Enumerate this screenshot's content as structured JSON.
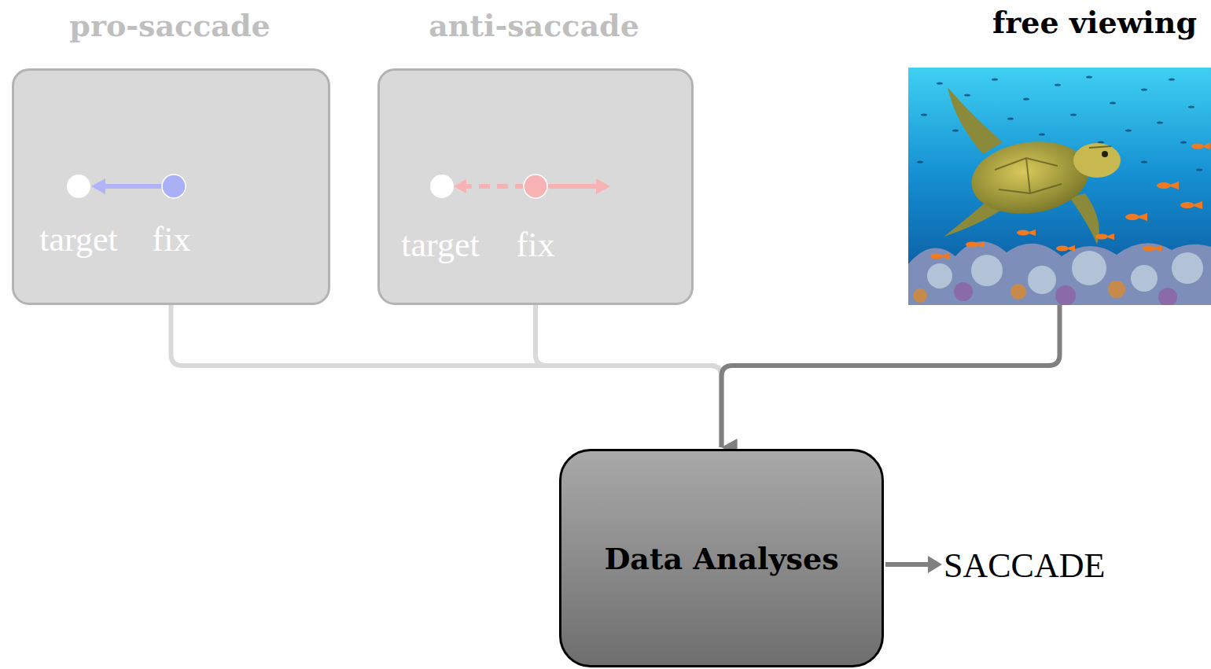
{
  "diagram": {
    "nodes": [
      {
        "text": [
          "pro-saccade",
          "target",
          "fix"
        ]
      },
      {
        "text": [
          "anti-saccade",
          "target",
          "fix"
        ]
      },
      {
        "text": [
          "free viewing"
        ]
      },
      {
        "text": [
          "Data Analyses"
        ]
      }
    ],
    "edges": [
      {
        "from": 0,
        "to": 3,
        "arrow": "to"
      },
      {
        "from": 1,
        "to": 3,
        "arrow": "to"
      },
      {
        "from": 2,
        "to": 3,
        "arrow": "to"
      }
    ],
    "labels": [
      "SACCADE"
    ]
  }
}
